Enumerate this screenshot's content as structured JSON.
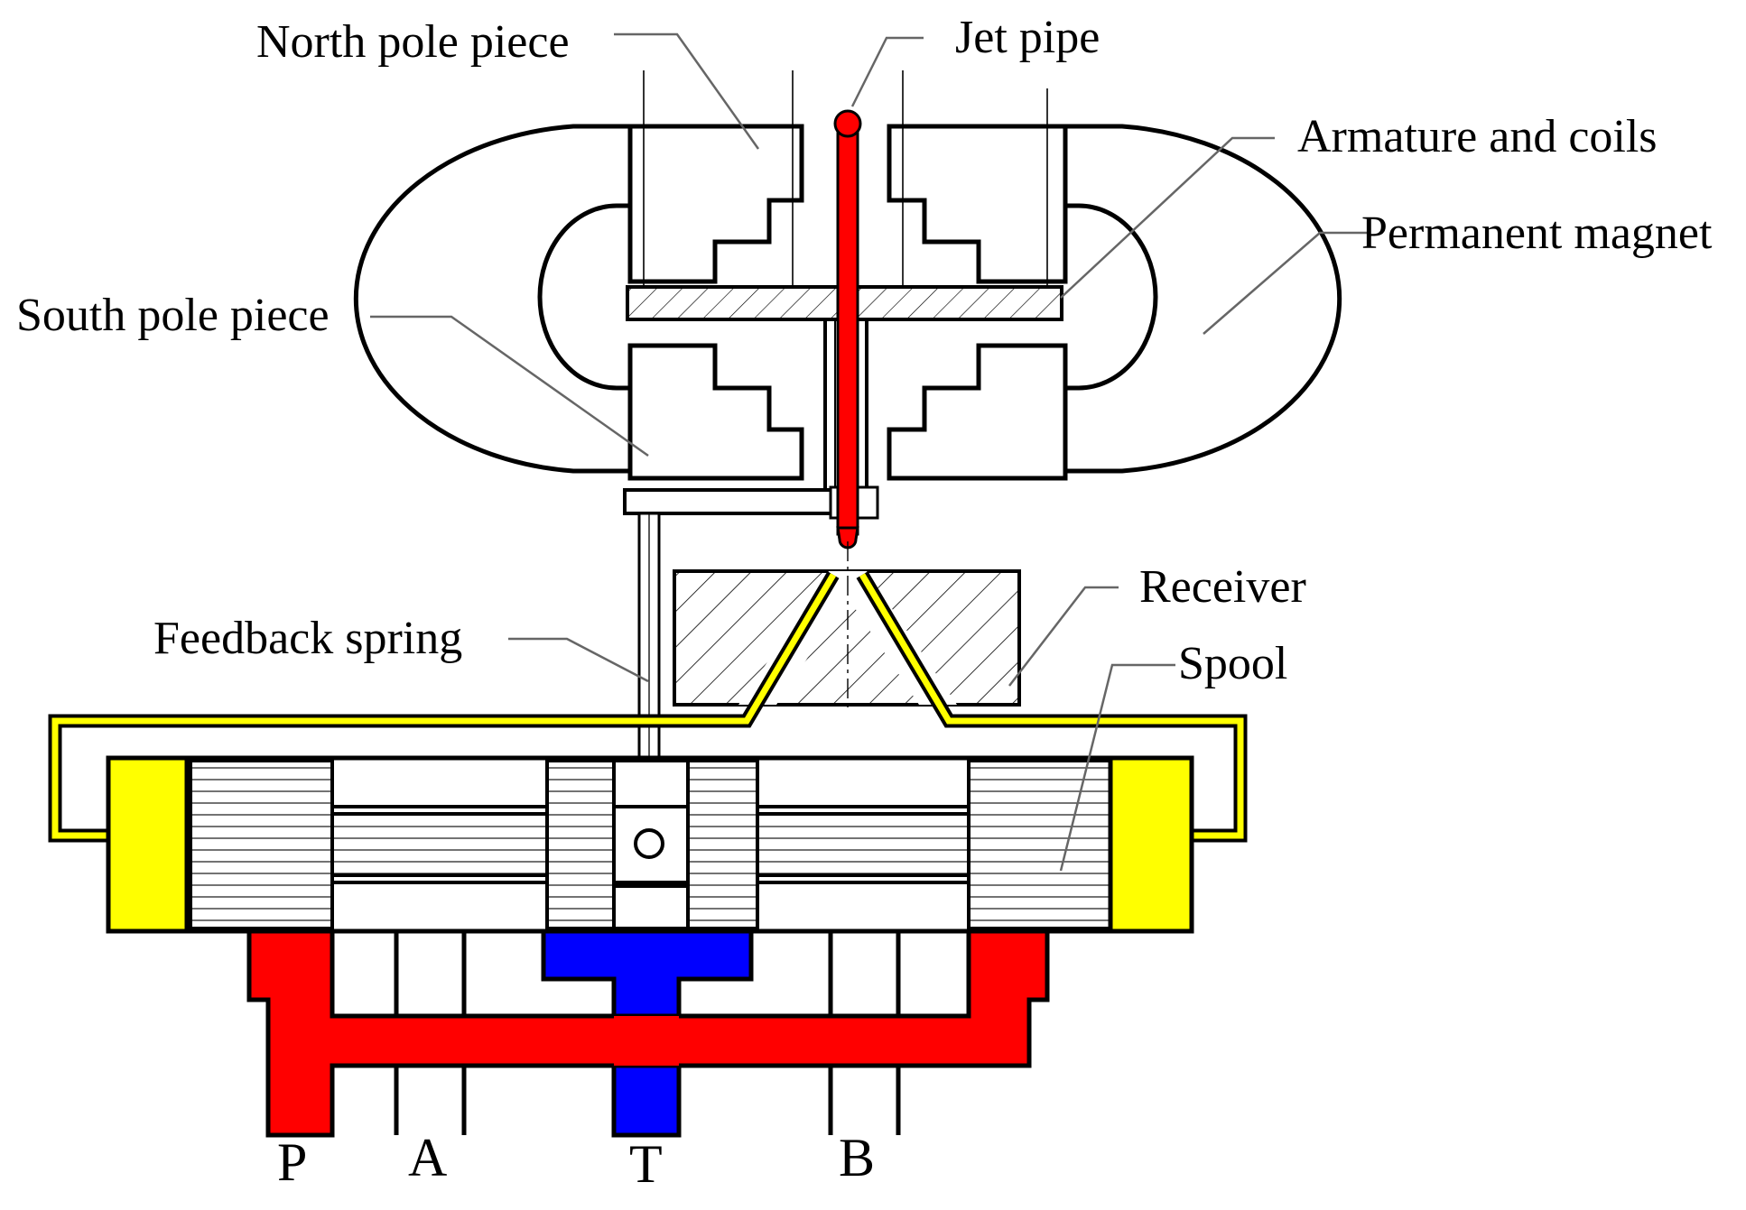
{
  "labels": {
    "north_pole_piece": "North pole piece",
    "jet_pipe": "Jet pipe",
    "armature_and_coils": "Armature and coils",
    "permanent_magnet": "Permanent magnet",
    "south_pole_piece": "South pole piece",
    "receiver": "Receiver",
    "feedback_spring": "Feedback spring",
    "spool": "Spool"
  },
  "ports": {
    "p": "P",
    "a": "A",
    "t": "T",
    "b": "B"
  },
  "colors": {
    "jet_pipe": "#ff0000",
    "pressure_supply": "#ff0000",
    "return_tank": "#0000ff",
    "control_passage": "#ffff00",
    "spool_end_chamber": "#ffff00",
    "outline": "#000000"
  }
}
